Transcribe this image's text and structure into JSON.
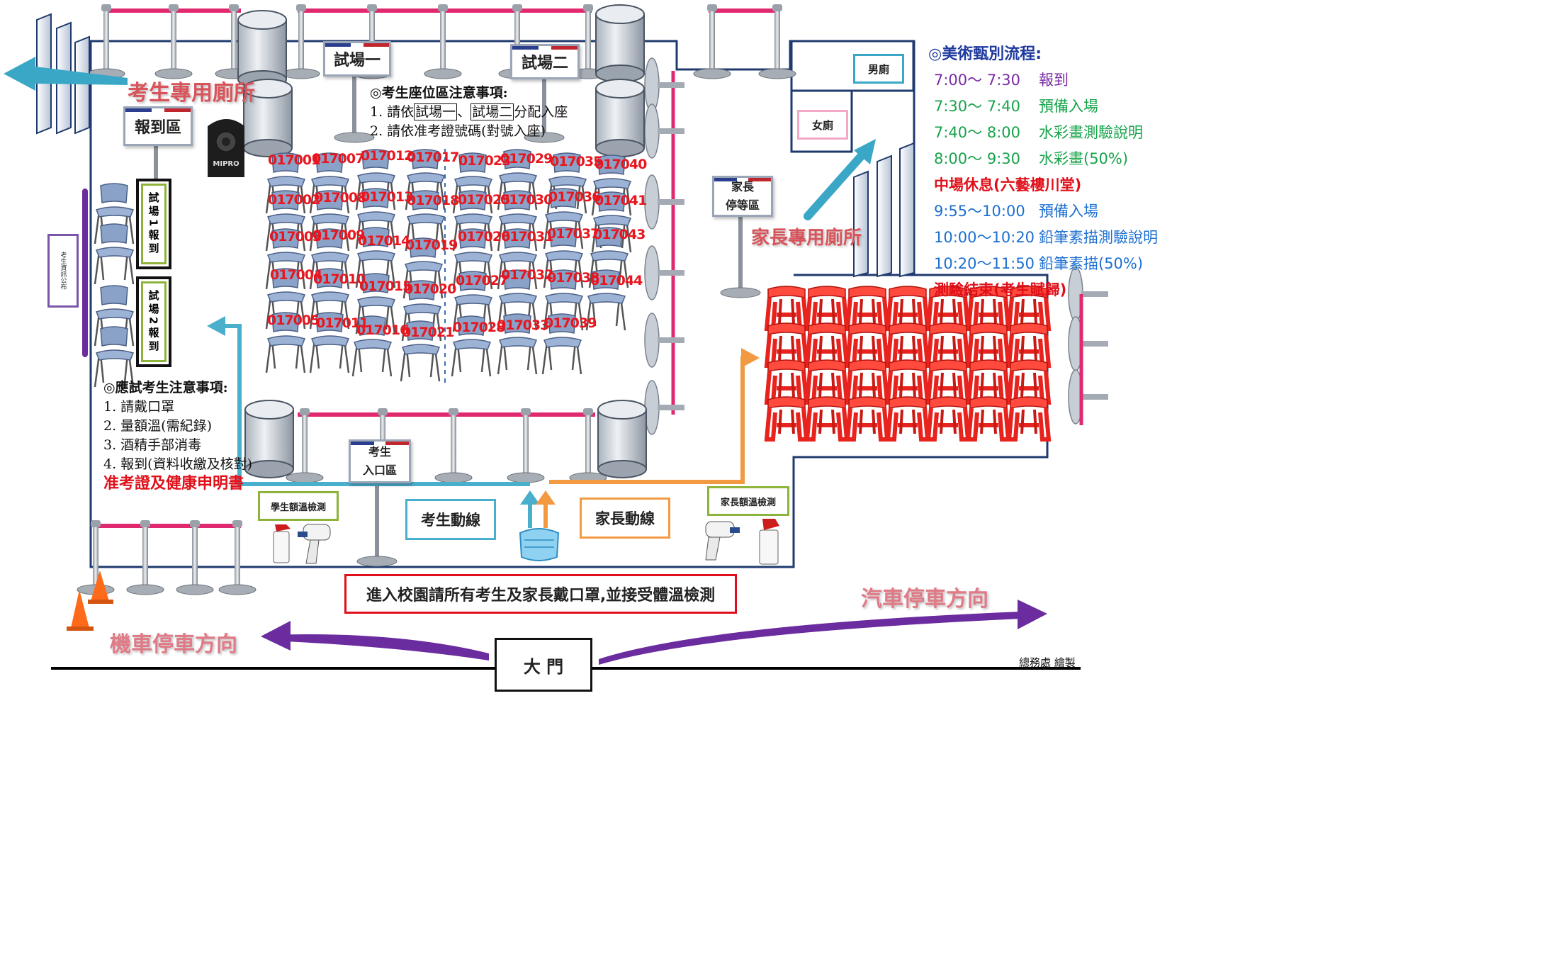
{
  "signs": {
    "room1": "試場一",
    "room2": "試場二",
    "checkin_area": "報到區",
    "parent_wait_line1": "家長",
    "parent_wait_line2": "停等區",
    "student_entrance_line1": "考生",
    "student_entrance_line2": "入口區"
  },
  "restrooms": {
    "student_restroom": "考生專用廁所",
    "parent_restroom": "家長專用廁所",
    "men": "男廁",
    "women": "女廁"
  },
  "checkin": {
    "room1_checkin": "試場1報到",
    "room2_checkin": "試場2報到",
    "purple_board": "考生資訊公布"
  },
  "seat_notes": {
    "title": "◎考生座位區注意事項:",
    "line1_prefix": "1. 請依",
    "line1_room1": "試場一",
    "line1_sep": "、",
    "line1_room2": "試場二",
    "line1_suffix": "分配入座",
    "line2": "2. 請依准考證號碼(對號入座)"
  },
  "candidate_notes": {
    "title": "◎應試考生注意事項:",
    "items": [
      "1. 請戴口罩",
      "2. 量額溫(需紀錄)",
      "3. 酒精手部消毒",
      "4. 報到(資料收繳及核對)"
    ],
    "highlight": "准考證及健康申明書"
  },
  "flow": {
    "title": "◎美術甄別流程:",
    "rows": [
      {
        "time": "7:00～ 7:30",
        "label": "報到",
        "color": "#7a2aa8"
      },
      {
        "time": "7:30～ 7:40",
        "label": "預備入場",
        "color": "#17a34a"
      },
      {
        "time": "7:40～ 8:00",
        "label": "水彩畫測驗說明",
        "color": "#17a34a"
      },
      {
        "time": "8:00～ 9:30",
        "label": "水彩畫(50%)",
        "color": "#17a34a"
      },
      {
        "time": "",
        "label": "中場休息(六藝樓川堂)",
        "color": "#e0101a"
      },
      {
        "time": "9:55～10:00",
        "label": "預備入場",
        "color": "#1c6fd0"
      },
      {
        "time": "10:00～10:20",
        "label": "鉛筆素描測驗說明",
        "color": "#1c6fd0"
      },
      {
        "time": "10:20～11:50",
        "label": "鉛筆素描(50%)",
        "color": "#1c6fd0"
      },
      {
        "time": "",
        "label": "測驗結束(考生賦歸)",
        "color": "#e0101a"
      }
    ]
  },
  "temperature": {
    "student_check": "學生額溫檢測",
    "parent_check": "家長額溫檢測"
  },
  "routes": {
    "student_route": "考生動線",
    "parent_route": "家長動線"
  },
  "banner": "進入校園請所有考生及家長戴口罩,並接受體溫檢測",
  "directions": {
    "car_parking": "汽車停車方向",
    "scooter_parking": "機車停車方向",
    "main_gate": "大 門",
    "drawn_by": "總務處 繪製"
  },
  "room1_seats": [
    [
      "017001",
      "017002",
      "017003",
      "017004",
      "017005"
    ],
    [
      "017007",
      "017008",
      "017009",
      "017010",
      "017011"
    ],
    [
      "017012",
      "017013",
      "017014",
      "017015",
      "017016"
    ],
    [
      "017017",
      "017018",
      "017019",
      "017020",
      "017021"
    ]
  ],
  "room2_seats": [
    [
      "017023",
      "017025",
      "017026",
      "017027",
      "017028"
    ],
    [
      "017029",
      "017030",
      "017031",
      "017032",
      "017033"
    ],
    [
      "017035",
      "017036",
      "017037",
      "017038",
      "017039"
    ],
    [
      "017040",
      "017041",
      "017043",
      "017044"
    ]
  ],
  "speaker_brand": "MIPRO",
  "colors": {
    "student_route": "#4aaecd",
    "parent_route": "#f29a42",
    "rope": "#e0296e",
    "banner_border": "#e0101a",
    "purple_arrow": "#6a2c9e",
    "teal_arrow": "#3aa7c6",
    "stool": "#e8221d"
  }
}
